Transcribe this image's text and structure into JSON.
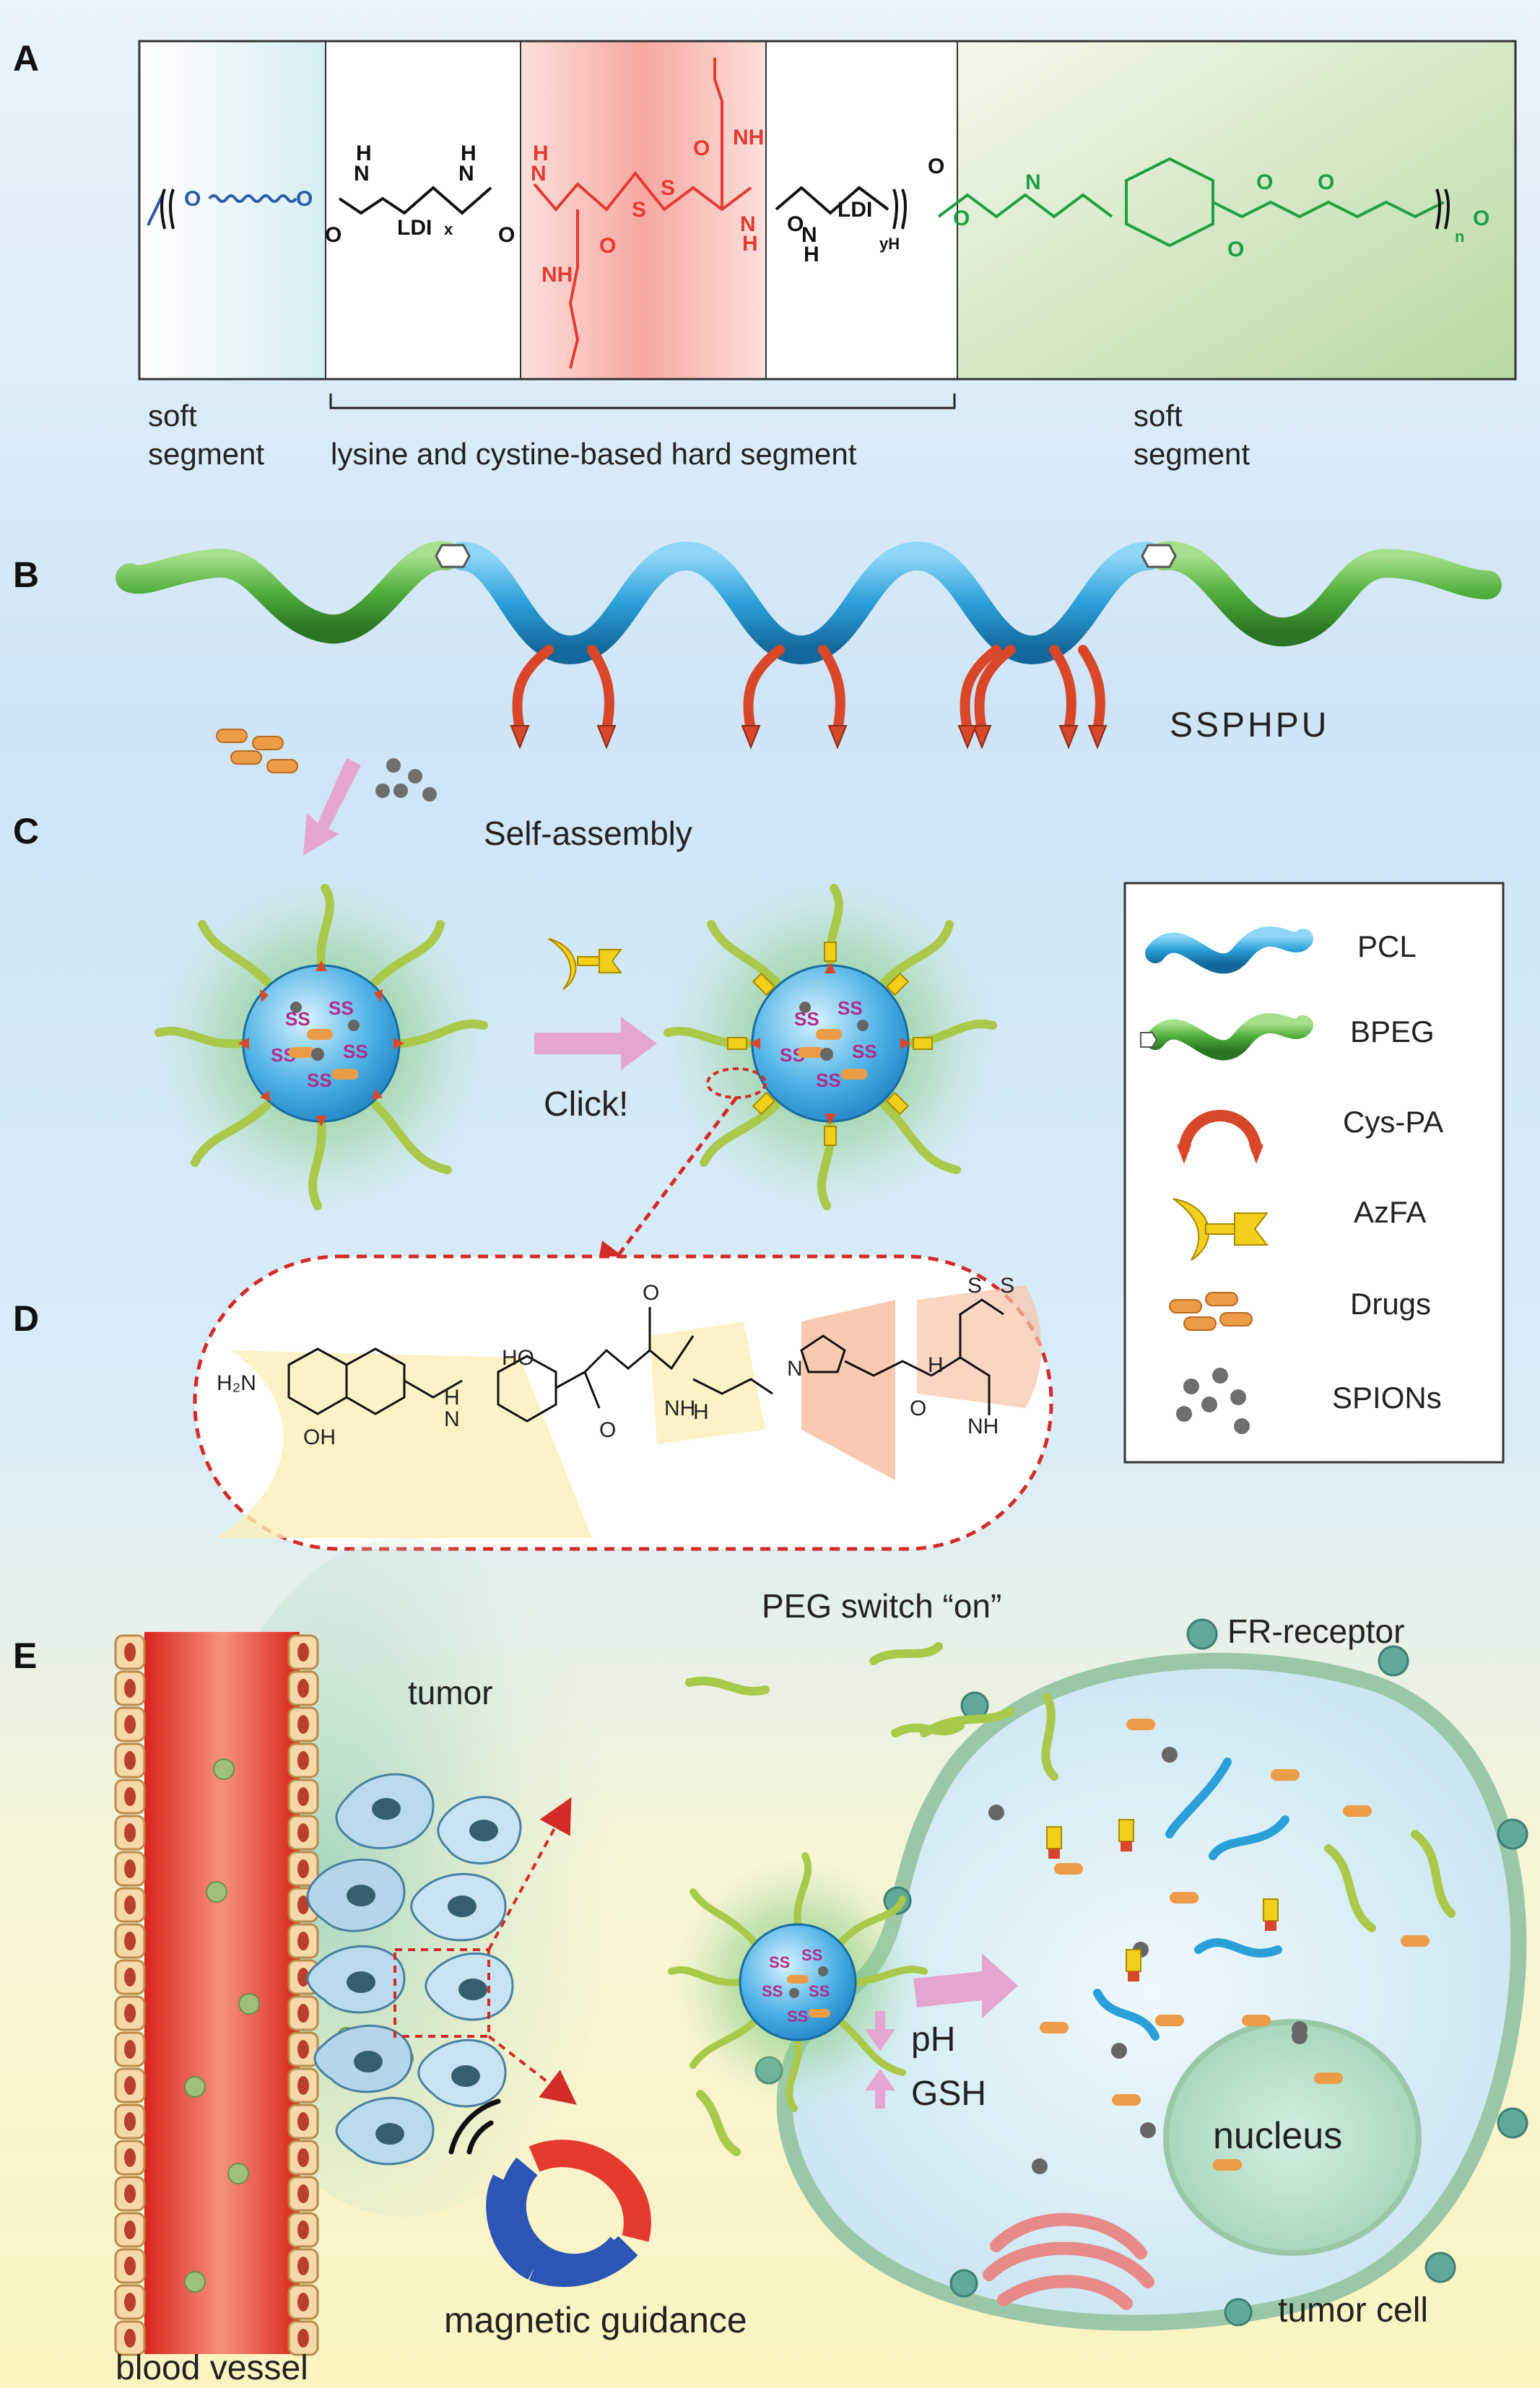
{
  "panels": {
    "a": "A",
    "b": "B",
    "c": "C",
    "d": "D",
    "e": "E"
  },
  "panelA": {
    "soft_left_1": "soft",
    "soft_left_2": "segment",
    "hard": "lysine and cystine-based hard segment",
    "soft_right_1": "soft",
    "soft_right_2": "segment",
    "chem": {
      "O": "O",
      "N": "N",
      "H": "H",
      "NH": "NH",
      "LDI": "LDI",
      "x": "x",
      "y": "y",
      "n": "n",
      "S": "S",
      "yH": "yH"
    }
  },
  "panelB": {
    "name": "SSPHPU"
  },
  "panelC": {
    "self_assembly": "Self-assembly",
    "click": "Click!",
    "ss": "SS"
  },
  "legend": [
    {
      "label": "PCL",
      "icon": "pcl-chain-icon"
    },
    {
      "label": "BPEG",
      "icon": "bpeg-chain-icon"
    },
    {
      "label": "Cys-PA",
      "icon": "cys-pa-icon"
    },
    {
      "label": "AzFA",
      "icon": "azfa-icon"
    },
    {
      "label": "Drugs",
      "icon": "drugs-icon"
    },
    {
      "label": "SPIONs",
      "icon": "spions-icon"
    }
  ],
  "panelD": {
    "h2n": "H₂N",
    "oh": "OH",
    "ho": "HO",
    "h": "H",
    "n": "N",
    "o": "O",
    "nh": "NH",
    "s": "S"
  },
  "panelE": {
    "tumor": "tumor",
    "blood_vessel": "blood vessel",
    "magnetic": "magnetic guidance",
    "peg_switch": "PEG switch “on”",
    "fr_receptor": "FR-receptor",
    "ph": "pH",
    "gsh": "GSH",
    "nucleus": "nucleus",
    "tumor_cell": "tumor cell"
  },
  "colors": {
    "pcl": "#2a9fd8",
    "bpeg": "#4fae3a",
    "cys": "#d9472b",
    "azfa": "#f2cf1a",
    "drug": "#ec9c46",
    "spion": "#777777",
    "hard_red": "#e53935",
    "soft_blue": "#2e5aa8",
    "soft_green": "#1f9e46",
    "vessel": "#e84b3a",
    "cell": "#dff0f8",
    "arrow": "#e4a6cf"
  }
}
